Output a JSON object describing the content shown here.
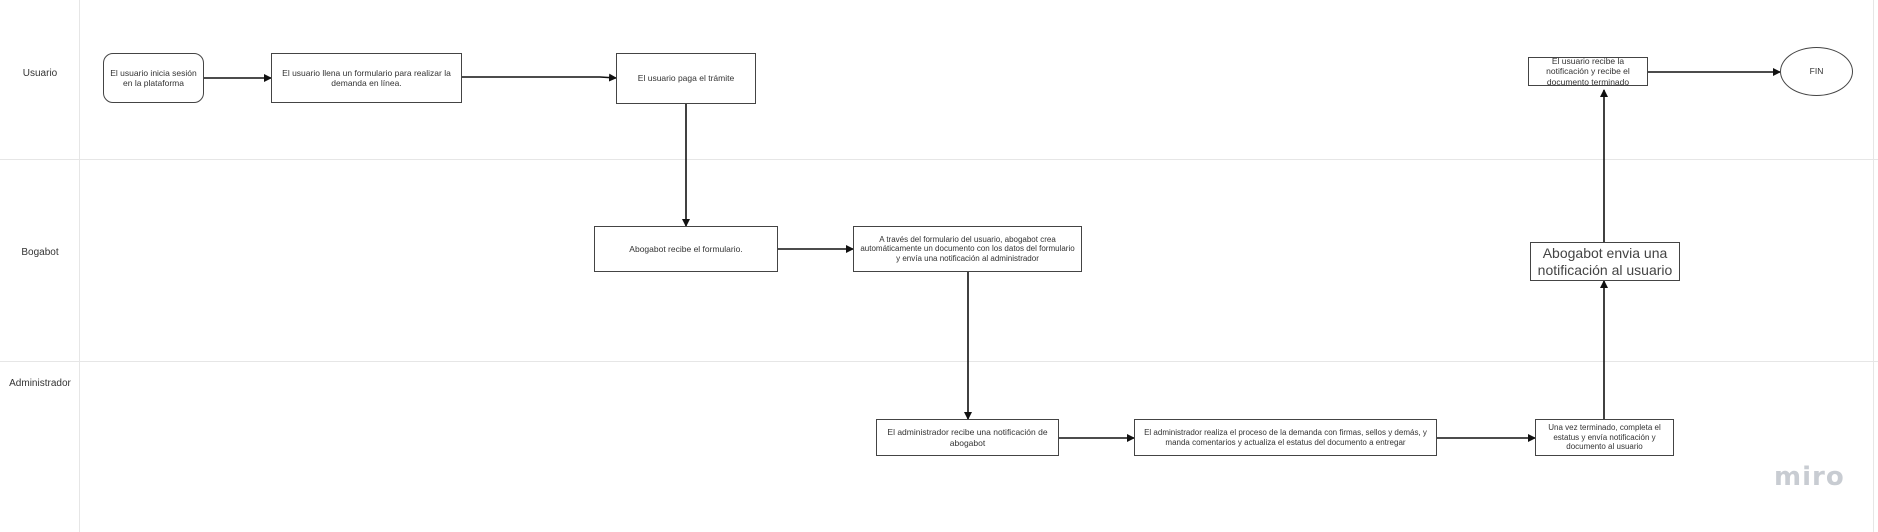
{
  "lanes": {
    "usuario": "Usuario",
    "bogabot": "Bogabot",
    "administrador": "Administrador"
  },
  "nodes": {
    "login": "El usuario inicia sesión en la plataforma",
    "form": "El usuario llena un formulario para realizar la demanda en línea.",
    "pay": "El usuario paga el trámite",
    "receive_form": "Abogabot recibe el formulario.",
    "create_doc": "A través del formulario del usuario, abogabot crea automáticamente un documento con los datos del formulario y envía una notificación al administrador",
    "admin_notified": "El administrador recibe una notificación de abogabot",
    "admin_process": "El administrador realiza el proceso de la demanda con firmas, sellos y demás, y manda comentarios y actualiza el estatus del documento a entregar",
    "complete": "Una vez terminado, completa el estatus y envía notificación y documento al usuario",
    "send_notification": "Abogabot envia una notificación al usuario",
    "user_receives": "El usuario recibe la notificación y recibe el documento terminado",
    "end": "FIN"
  },
  "branding": {
    "logo": "miro"
  },
  "colors": {
    "stroke": "#444444",
    "divider": "#e6e6e6",
    "logo": "#c8ccd2"
  }
}
